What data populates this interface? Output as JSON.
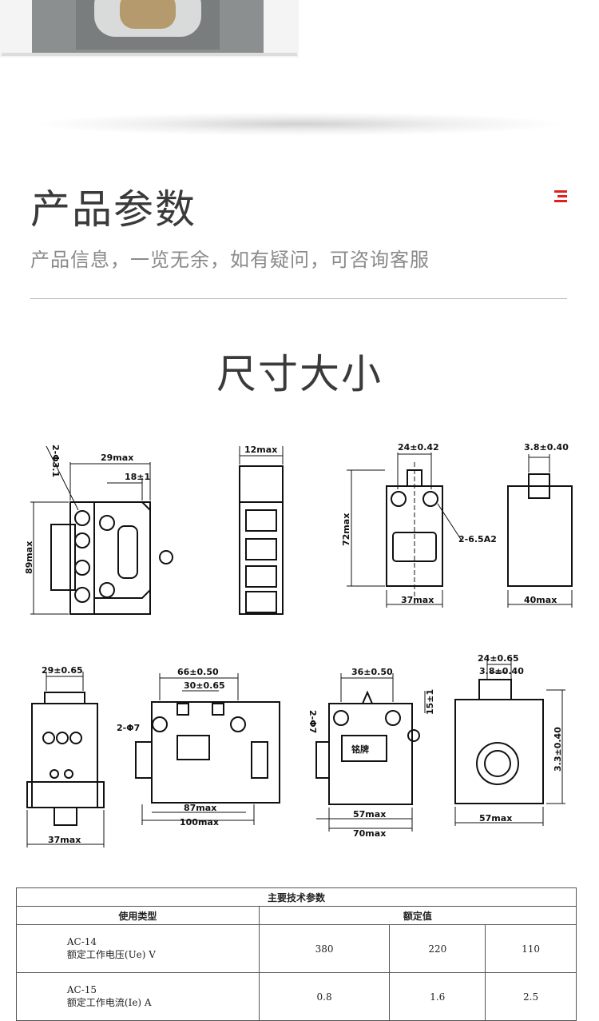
{
  "section": {
    "title": "产品参数",
    "subtitle": "产品信息，一览无余，如有疑问，可咨询客服"
  },
  "dimensions": {
    "title": "尺寸大小",
    "d1": {
      "top": "29max",
      "inner": "18±1",
      "side": "89max",
      "hole": "2-Φ3.1"
    },
    "d2": {
      "top": "12max"
    },
    "d3": {
      "top": "24±0.42",
      "side": "72max",
      "bottom": "37max",
      "hole": "2-6.5A2"
    },
    "d4": {
      "top": "3.8±0.40",
      "bottom": "40max"
    },
    "d5": {
      "top": "29±0.65",
      "bottom": "37max"
    },
    "d6": {
      "top": "66±0.50",
      "inner": "30±0.65",
      "hole": "2-Φ7",
      "b1": "87max",
      "b2": "100max"
    },
    "d7": {
      "top": "36±0.50",
      "side": "15±1",
      "hole": "2-Φ7",
      "label": "铭牌",
      "b1": "57max",
      "b2": "70max"
    },
    "d8": {
      "top1": "24±0.65",
      "top2": "3.8±0.40",
      "side": "3.3±0.40",
      "bottom": "57max"
    }
  },
  "table": {
    "title": "主要技术参数",
    "col_type": "使用类型",
    "col_rated": "额定值",
    "rows": [
      {
        "type": "AC-14",
        "name": "额定工作电压(Ue) V",
        "v1": "380",
        "v2": "220",
        "v3": "110"
      },
      {
        "type": "AC-15",
        "name": "额定工作电流(Ie) A",
        "v1": "0.8",
        "v2": "1.6",
        "v3": "2.5"
      }
    ]
  },
  "colors": {
    "accent": "#e02020",
    "line": "#111111"
  }
}
